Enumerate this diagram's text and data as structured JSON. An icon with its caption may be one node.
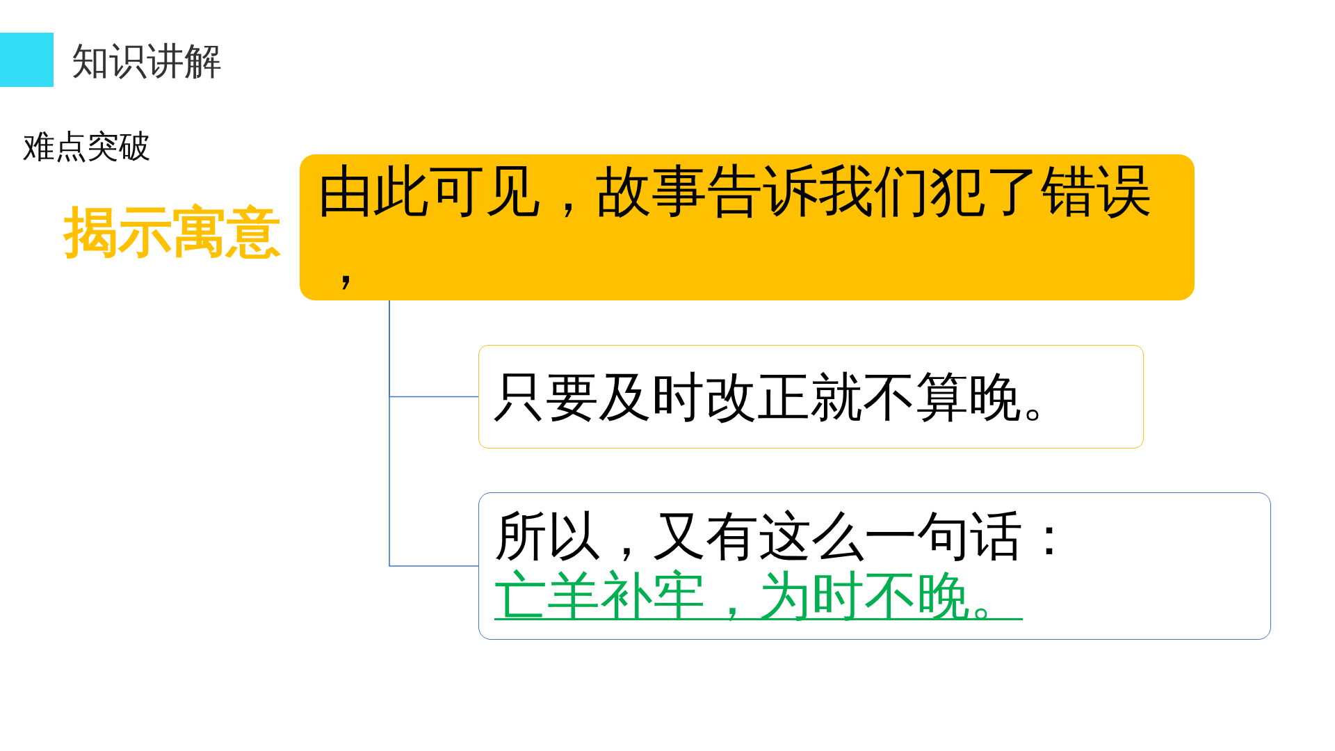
{
  "diagram": {
    "title": "知识讲解",
    "nodes": [
      {
        "text": [
          "由此可见，故事告诉我们犯了错误，"
        ]
      },
      {
        "text": [
          "只要及时改正就不算晚。"
        ]
      },
      {
        "text": [
          "所以，又有这么一句话：",
          "亡羊补牢，为时不晚。"
        ]
      }
    ],
    "edges": [
      {
        "from": 0,
        "to": 1,
        "arrow": "none"
      },
      {
        "from": 0,
        "to": 2,
        "arrow": "none"
      }
    ],
    "labels": [
      "难点突破",
      "揭示寓意"
    ]
  }
}
